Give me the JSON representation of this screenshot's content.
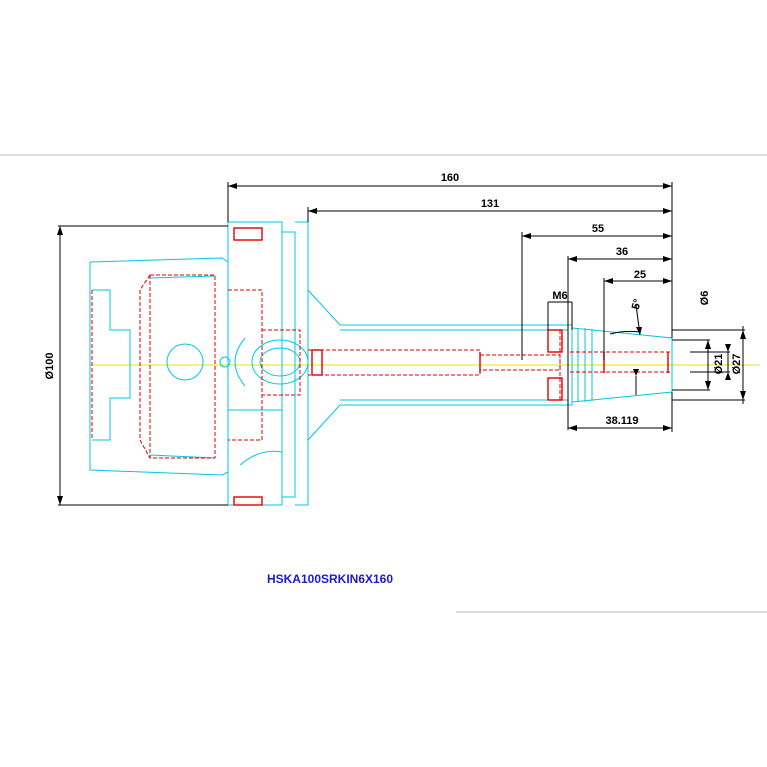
{
  "drawing": {
    "part_number": "HSKA100SRKIN6X160",
    "colors": {
      "outline": "#00c8e0",
      "hidden": "#e00000",
      "dimension": "#000000",
      "centerline": "#e6e600",
      "title": "#1a1ad6"
    },
    "dimensions": {
      "overall_length": "160",
      "gauge_length": "131",
      "len_55": "55",
      "len_36": "36",
      "len_25": "25",
      "thread": "M6",
      "taper_angle": "5°",
      "dia_6": "Ø6",
      "dia_21": "Ø21",
      "dia_27": "Ø27",
      "dia_100": "Ø100",
      "nose_length": "38.119"
    }
  }
}
